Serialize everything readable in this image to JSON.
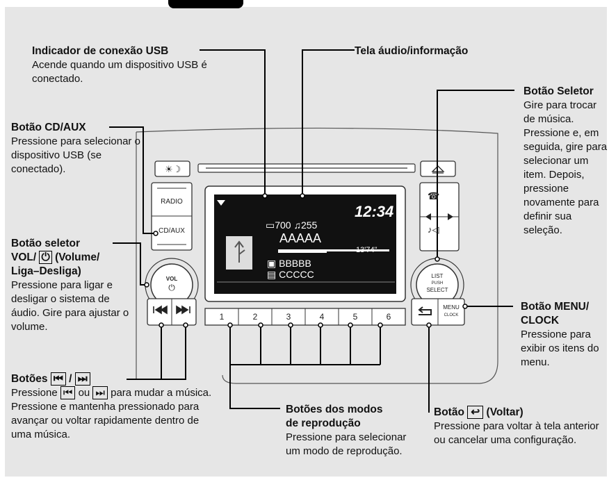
{
  "labels": {
    "usb": {
      "title": "Indicador de conexão USB",
      "desc": "Acende quando um dispositivo USB é conectado."
    },
    "screen": {
      "title": "Tela áudio/informação"
    },
    "cdaux": {
      "title": "Botão CD/AUX",
      "desc": "Pressione para selecionar o dispositivo USB (se conectado)."
    },
    "selector": {
      "title": "Botão Seletor",
      "desc": "Gire para trocar de música. Pressione e, em seguida, gire para selecionar um item. Depois, pressione novamente para definir sua seleção."
    },
    "vol": {
      "title1": "Botão seletor",
      "title2a": "VOL/",
      "title2b": "(Volume/",
      "title3": "Liga–Desliga)",
      "desc": "Pressione para ligar e desligar o sistema de áudio. Gire para ajustar o volume."
    },
    "menu": {
      "title1": "Botão MENU/",
      "title2": "CLOCK",
      "desc": "Pressione para exibir os itens do menu."
    },
    "skip": {
      "title_a": "Botões",
      "title_sep": "/",
      "desc_a": "Pressione",
      "desc_or": "ou",
      "desc_b": "para mudar a música.",
      "desc2": "Pressione e mantenha pressionado para avançar ou voltar rapidamente dentro de uma música."
    },
    "back": {
      "title_a": "Botão",
      "title_b": "(Voltar)",
      "desc": "Pressione para voltar à tela anterior ou cancelar uma configuração."
    },
    "modes": {
      "title1": "Botões dos modos",
      "title2": "de reprodução",
      "desc": "Pressione para selecionar um modo de reprodução."
    }
  },
  "display": {
    "clock": "12:34",
    "folders": "700",
    "tracks": "255",
    "title": "AAAAA",
    "time": "13'74\"",
    "artist": "BBBBB",
    "album": "CCCCC"
  },
  "buttons": {
    "radio": "RADIO",
    "cdaux": "CD/AUX",
    "vol": "VOL",
    "list": "LIST",
    "push": "PUSH",
    "select": "SELECT",
    "menu": "MENU",
    "clock": "CLOCK",
    "presets": [
      "1",
      "2",
      "3",
      "4",
      "5",
      "6"
    ]
  }
}
